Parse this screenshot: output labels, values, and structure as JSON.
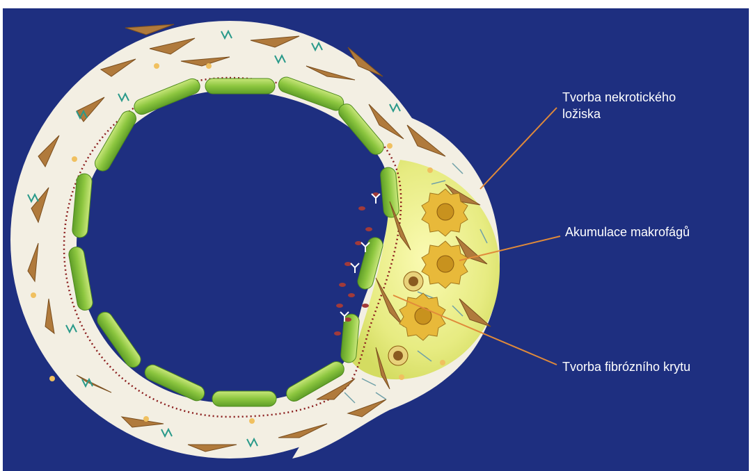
{
  "labels": {
    "necrotic_line1": "Tvorba nekrotického",
    "necrotic_line2": "ložiska",
    "macrophages": "Akumulace makrofágů",
    "fibrous_cap": "Tvorba fibrózního krytu"
  },
  "colors": {
    "background": "#1e2f80",
    "vessel_wall": "#f3efe3",
    "endothelium": "#8cc63f",
    "smooth_muscle": "#b07a3c",
    "lamina_dots": "#8b1e1e",
    "plaque": "#e9ec8a",
    "macrophage": "#e8b93a",
    "leader_line": "#e08a3a",
    "label_text": "#ffffff"
  }
}
